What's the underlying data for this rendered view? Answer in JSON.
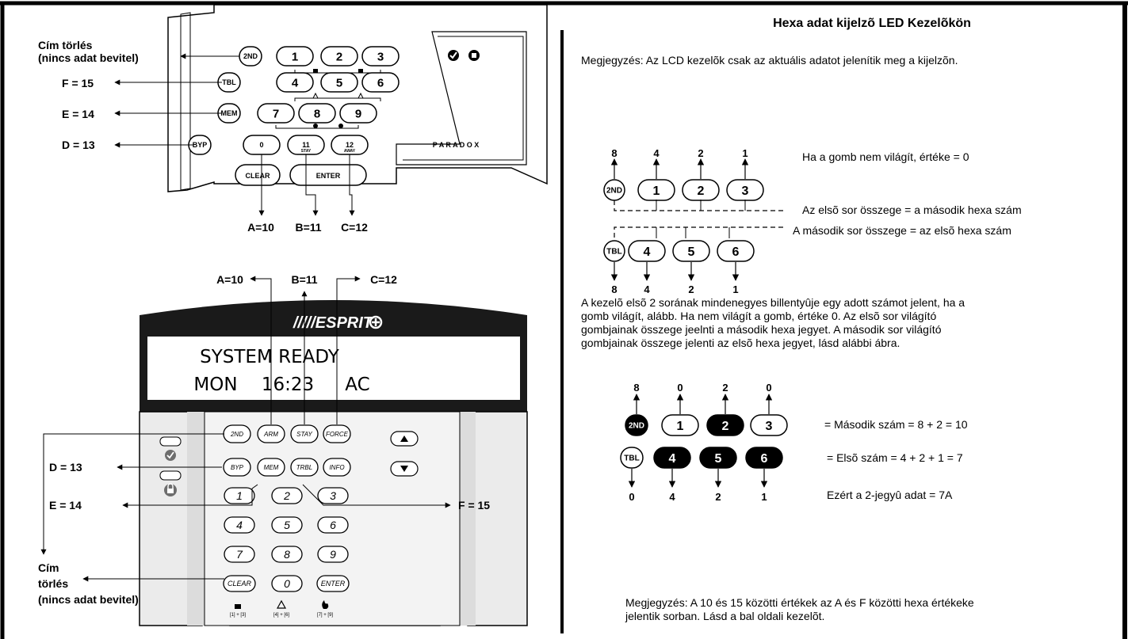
{
  "right": {
    "title": "Hexa adat kijelzõ LED Kezelõkön",
    "note_top": "Megjegyzés: Az LCD kezelõk csak az aktuális adatot jelenítik meg a kijelzõn.",
    "top_weights": [
      "8",
      "4",
      "2",
      "1"
    ],
    "top_keys": [
      "2ND",
      "1",
      "2",
      "3"
    ],
    "bottom_keys": [
      "TBL",
      "4",
      "5",
      "6"
    ],
    "bottom_weights": [
      "8",
      "4",
      "2",
      "1"
    ],
    "not_lit": "Ha a gomb nem világít, értéke = 0",
    "first_row_sum": "Az elsõ sor összege = a második hexa szám",
    "second_row_sum": "A második sor összege = az elsõ hexa szám",
    "paragraph": [
      "A kezelõ elsõ 2 sorának mindenegyes billentyûje egy adott számot jelent, ha a",
      "gomb világít, alább. Ha nem világít a gomb, értéke 0. Az elsõ sor világító",
      "gombjainak összege jeelnti a második hexa jegyet. A második sor világító",
      "gombjainak összege jelenti az elsõ hexa jegyet, lásd alábbi ábra."
    ],
    "example_top_values": [
      "8",
      "0",
      "2",
      "0"
    ],
    "example_top_keys": [
      "2ND",
      "1",
      "2",
      "3"
    ],
    "example_bottom_keys": [
      "TBL",
      "4",
      "5",
      "6"
    ],
    "example_bottom_values": [
      "0",
      "4",
      "2",
      "1"
    ],
    "second_number": "= Második szám = 8 + 2 = 10",
    "first_number": "= Elsõ szám = 4 + 2 + 1 = 7",
    "result": "Ezért a 2-jegyû adat = 7A",
    "note_bottom": [
      "Megjegyzés: A 10 és 15 közötti értékek az A és F közötti hexa értékeke",
      "jelentik sorban. Lásd a bal oldali kezelõt."
    ]
  },
  "led_keypad": {
    "label_clear": [
      "Cím törlés",
      "(nincs adat bevitel)"
    ],
    "label_f": "F = 15",
    "label_e": "E = 14",
    "label_d": "D = 13",
    "label_a": "A=10",
    "label_b": "B=11",
    "label_c": "C=12",
    "side_keys": [
      "2ND",
      "TBL",
      "MEM",
      "BYP"
    ],
    "row1": [
      "1",
      "2",
      "3"
    ],
    "row2": [
      "4",
      "5",
      "6"
    ],
    "row3": [
      "7",
      "8",
      "9"
    ],
    "row4": [
      "0",
      "11",
      "12"
    ],
    "row4_sub": [
      "",
      "STAY",
      "AWAY"
    ],
    "clear": "CLEAR",
    "enter": "ENTER",
    "brand": "P A R A D O X"
  },
  "lcd_keypad": {
    "label_a": "A=10",
    "label_b": "B=11",
    "label_c": "C=12",
    "label_d": "D = 13",
    "label_e": "E = 14",
    "label_f": "F = 15",
    "label_clear": [
      "Cím",
      "törlés",
      "(nincs adat bevitel)"
    ],
    "logo": "/////ESPRIT",
    "screen_line1": "SYSTEM READY",
    "screen_line2_day": "MON",
    "screen_line2_time": "16:23",
    "screen_line2_ac": "AC",
    "func_row1": [
      "2ND",
      "ARM",
      "STAY",
      "FORCE"
    ],
    "func_row2": [
      "BYP",
      "MEM",
      "TRBL",
      "INFO"
    ],
    "num_row1": [
      "1",
      "2",
      "3"
    ],
    "num_row2": [
      "4",
      "5",
      "6"
    ],
    "num_row3": [
      "7",
      "8",
      "9"
    ],
    "num_row4": [
      "CLEAR",
      "0",
      "ENTER"
    ],
    "footer": [
      "[1] + [3]",
      "[4] + [6]",
      "[7] + [9]"
    ]
  }
}
